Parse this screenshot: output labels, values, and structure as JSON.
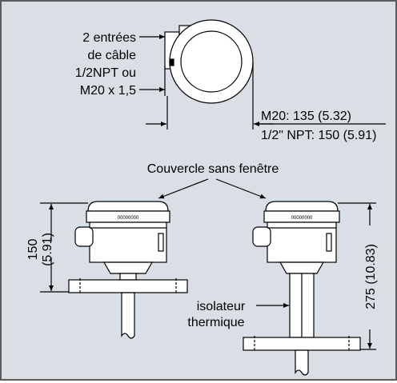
{
  "top_view": {
    "cable_entries_line1": "2 entrées",
    "cable_entries_line2": "de câble",
    "cable_entries_line3": "1/2NPT ou",
    "cable_entries_line4": "M20 x 1,5",
    "dim_m20": "M20: 135 (5.32)",
    "dim_npt": "1/2\" NPT: 150 (5.91)"
  },
  "front_view": {
    "cover_label": "Couvercle sans fenêtre",
    "left_height_mm": "150",
    "left_height_in": "(5.91)",
    "right_height": "275 (10.83)",
    "isolator_line1": "isolateur",
    "isolator_line2": "thermique",
    "nameplate_text": "00000000"
  },
  "colors": {
    "background": "#d9dfe4",
    "housing": "#ffffff",
    "outline": "#000000",
    "frame": "#5b5b5b"
  }
}
